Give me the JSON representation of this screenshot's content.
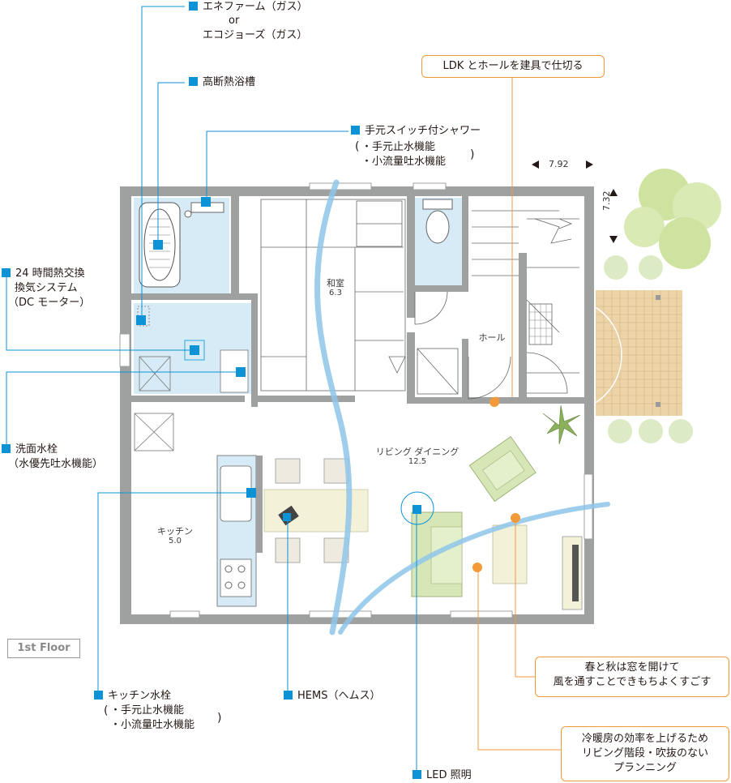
{
  "labels": {
    "enefarm_line1": "エネファーム（ガス）",
    "enefarm_line2": "or",
    "enefarm_line3": "エコジョーズ（ガス）",
    "bathtub": "高断熱浴槽",
    "shower_title": "手元スイッチ付シャワー",
    "shower_item1": "・手元止水機能",
    "shower_item2": "・小流量吐水機能",
    "ventilation_line1": "24 時間熱交換",
    "ventilation_line2": "換気システム",
    "ventilation_line3": "（DC モーター）",
    "washbasin_line1": "洗面水栓",
    "washbasin_line2": "（水優先吐水機能）",
    "kitchen_faucet_title": "キッチン水栓",
    "kitchen_item1": "・手元止水機能",
    "kitchen_item2": "・小流量吐水機能",
    "hems": "HEMS（ヘムス）",
    "led": "LED 照明"
  },
  "callouts": {
    "ldk_hall": "LDK とホールを建具で仕切る",
    "spring_autumn_line1": "春と秋は窓を開けて",
    "spring_autumn_line2": "風を通すことできもちよくすごす",
    "cooling_line1": "冷暖房の効率を上げるため",
    "cooling_line2": "リビング階段・吹抜のない",
    "cooling_line3": "プランニング"
  },
  "rooms": {
    "washitsu_name": "和室",
    "washitsu_size": "6.3",
    "hall_name": "ホール",
    "living_name": "リビング ダイニング",
    "living_size": "12.5",
    "kitchen_name": "キッチン",
    "kitchen_size": "5.0"
  },
  "dimensions": {
    "width": "7.92",
    "height": "7.32"
  },
  "floor_label": "1st Floor",
  "colors": {
    "marker_blue": "#0b93d6",
    "callout_orange": "#f29a3a",
    "wall_gray": "#9fa0a0",
    "water_area_blue": "#d6ebf5",
    "furniture_green": "#d7e6b7",
    "deck_tan": "#ecd3a8",
    "airflow_blue": "#8ec6ea"
  }
}
